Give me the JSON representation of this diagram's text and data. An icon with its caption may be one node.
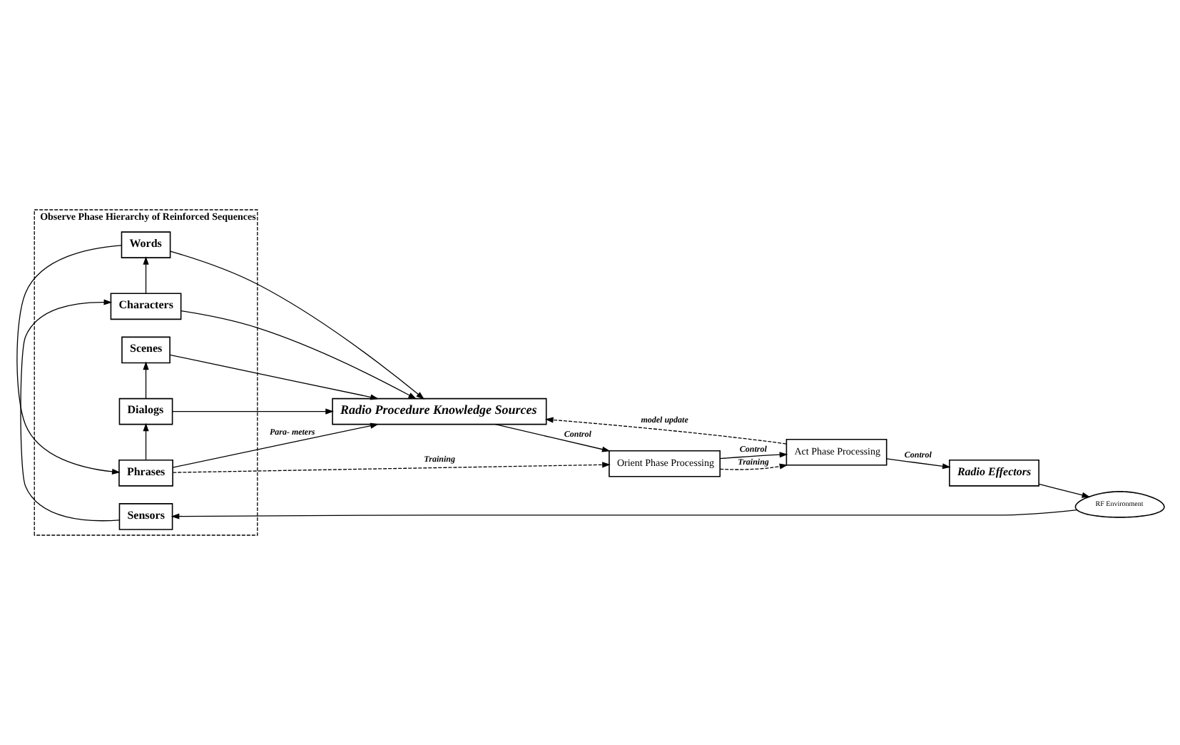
{
  "diagram": {
    "nodes": [
      {
        "text": [
          "Observe Phase Hierarchy of Reinforced Sequences"
        ]
      },
      {
        "text": [
          "Scenes"
        ],
        "in": 0
      },
      {
        "text": [
          "Dialogs"
        ],
        "in": 0
      },
      {
        "text": [
          "Phrases"
        ],
        "in": 0
      },
      {
        "text": [
          "Words"
        ],
        "in": 0
      },
      {
        "text": [
          "Characters"
        ],
        "in": 0
      },
      {
        "text": [
          "Sensors"
        ],
        "in": 0
      },
      {
        "text": [
          "Radio Procedure Knowledge Sources"
        ]
      },
      {
        "text": [
          "Orient Phase Processing"
        ]
      },
      {
        "text": [
          "Act Phase Processing"
        ]
      },
      {
        "text": [
          "Radio Effectors"
        ]
      },
      {
        "text": [
          "RF Environment"
        ]
      }
    ],
    "edges": [
      {
        "from": 6,
        "to": 5,
        "arrow": "to"
      },
      {
        "from": 5,
        "to": 4,
        "arrow": "to"
      },
      {
        "from": 4,
        "to": 3,
        "arrow": "to"
      },
      {
        "from": 3,
        "to": 2,
        "arrow": "to"
      },
      {
        "from": 2,
        "to": 1,
        "arrow": "to"
      },
      {
        "from": 1,
        "to": 7,
        "arrow": "to"
      },
      {
        "from": 2,
        "to": 7,
        "arrow": "to"
      },
      {
        "from": 3,
        "to": 7,
        "arrow": "to",
        "label": "Para- meters"
      },
      {
        "from": 4,
        "to": 7,
        "arrow": "to"
      },
      {
        "from": 5,
        "to": 7,
        "arrow": "to"
      },
      {
        "from": 3,
        "to": 8,
        "arrow": "to",
        "label": "Training",
        "style": "dashed"
      },
      {
        "from": 7,
        "to": 8,
        "arrow": "to",
        "label": "Control"
      },
      {
        "from": 8,
        "to": 9,
        "arrow": "to",
        "label": "Training",
        "style": "dashed"
      },
      {
        "from": 8,
        "to": 9,
        "arrow": "to",
        "label": "Control"
      },
      {
        "from": 9,
        "to": 7,
        "arrow": "to",
        "label": "model update",
        "style": "dashed"
      },
      {
        "from": 9,
        "to": 10,
        "arrow": "to",
        "label": "Control"
      },
      {
        "from": 10,
        "to": 11,
        "arrow": "to"
      },
      {
        "from": 11,
        "to": 6,
        "arrow": "to"
      }
    ]
  }
}
